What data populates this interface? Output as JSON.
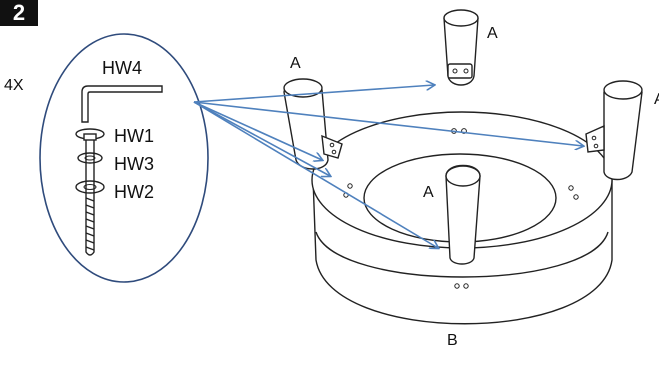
{
  "step": {
    "number": "2"
  },
  "hardware": {
    "quantity": "4X",
    "items": [
      "HW4",
      "HW1",
      "HW3",
      "HW2"
    ]
  },
  "labels": {
    "legs": [
      "A",
      "A",
      "A",
      "A"
    ],
    "base": "B"
  },
  "colors": {
    "arrow": "#4F81BD",
    "outline": "#222222",
    "step_badge": "#111111"
  }
}
